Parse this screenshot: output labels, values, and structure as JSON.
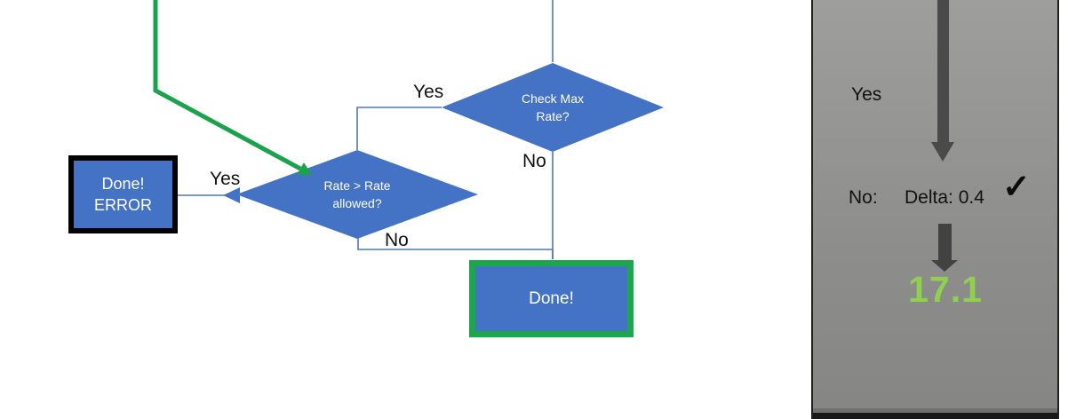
{
  "flowchart": {
    "decision_check_max_rate": {
      "label": "Check Max Rate?"
    },
    "decision_rate_allowed": {
      "label": "Rate > Rate allowed?"
    },
    "terminal_done_error": {
      "label": "Done!\nERROR"
    },
    "terminal_done": {
      "label": "Done!"
    },
    "edge_labels": {
      "check_max_yes": "Yes",
      "check_max_no": "No",
      "rate_allowed_yes": "Yes",
      "rate_allowed_no": "No"
    }
  },
  "side_panel": {
    "yes_label": "Yes",
    "no_label": "No:",
    "delta_label": "Delta: 0.4",
    "checkmark": "✓",
    "result_value": "17.1"
  },
  "colors": {
    "shape_blue": "#4472C4",
    "connector_blue": "#4E76C2",
    "highlight_green": "#1CA64E",
    "result_green": "#8FD04E",
    "arrow_dark_gray": "#4A4A4A",
    "panel_gray": "#919190"
  }
}
